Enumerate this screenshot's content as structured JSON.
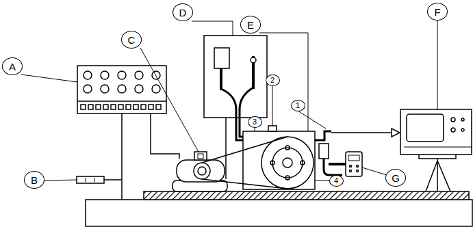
{
  "diagram": {
    "labels": [
      "A",
      "B",
      "C",
      "D",
      "E",
      "F",
      "G",
      "1",
      "2",
      "3",
      "4"
    ]
  }
}
